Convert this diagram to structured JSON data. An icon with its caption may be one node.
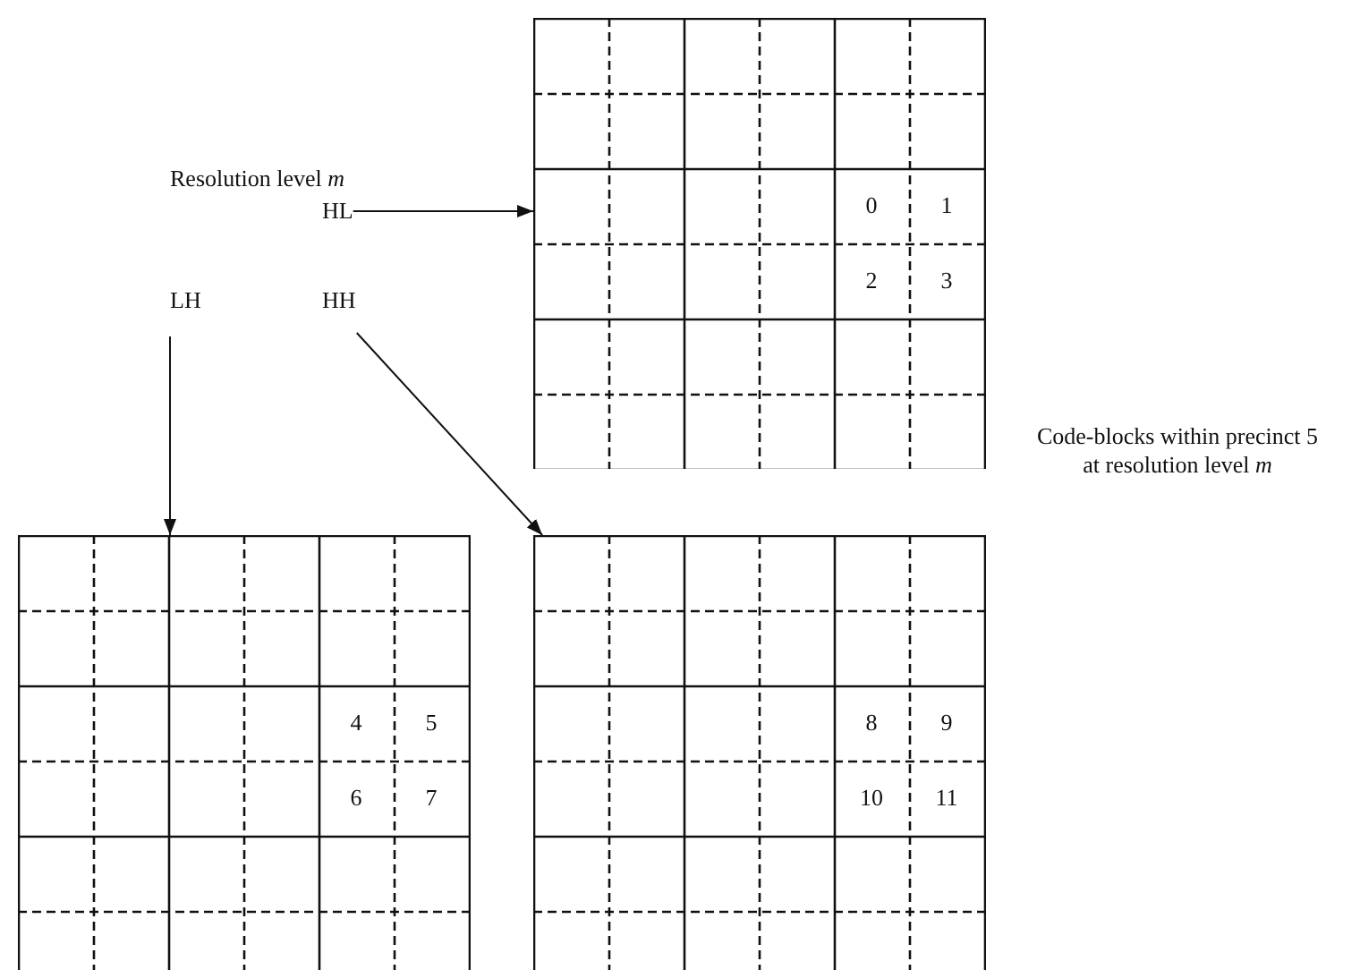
{
  "diagram": {
    "nodes": [
      {
        "text": [
          "HL"
        ]
      },
      {
        "text": [
          "LH"
        ]
      },
      {
        "text": [
          "HH"
        ]
      },
      {
        "text": [
          "0",
          "1",
          "2",
          "3"
        ]
      },
      {
        "text": [
          "4",
          "5",
          "6",
          "7"
        ]
      },
      {
        "text": [
          "8",
          "9",
          "10",
          "11"
        ]
      }
    ],
    "edges": [
      {
        "from": 0,
        "to": 3,
        "arrow": "to"
      },
      {
        "from": 1,
        "to": 4,
        "arrow": "to"
      },
      {
        "from": 2,
        "to": 5,
        "arrow": "to"
      }
    ],
    "labels": [
      "Resolution level *m*",
      "Code-blocks within precinct 5 at resolution level *m*"
    ]
  }
}
